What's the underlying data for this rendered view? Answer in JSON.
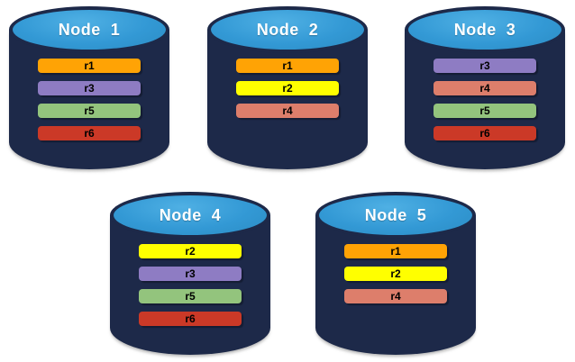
{
  "diagram": {
    "background_color": "#ffffff",
    "cylinder_body_color": "#1d2949",
    "cylinder_top_color": "#3399d5",
    "node_label_color": "#ffffff",
    "bar_label_color": "#000000"
  },
  "replica_colors": {
    "r1": "#ffa305",
    "r2": "#ffff00",
    "r3": "#8e7cc3",
    "r4": "#dd7e6b",
    "r5": "#93c47d",
    "r6": "#cb3927"
  },
  "nodes": [
    {
      "label": "Node  1",
      "replicas": [
        "r1",
        "r3",
        "r5",
        "r6"
      ]
    },
    {
      "label": "Node  2",
      "replicas": [
        "r1",
        "r2",
        "r4"
      ]
    },
    {
      "label": "Node  3",
      "replicas": [
        "r3",
        "r4",
        "r5",
        "r6"
      ]
    },
    {
      "label": "Node  4",
      "replicas": [
        "r2",
        "r3",
        "r5",
        "r6"
      ]
    },
    {
      "label": "Node  5",
      "replicas": [
        "r1",
        "r2",
        "r4"
      ]
    }
  ]
}
